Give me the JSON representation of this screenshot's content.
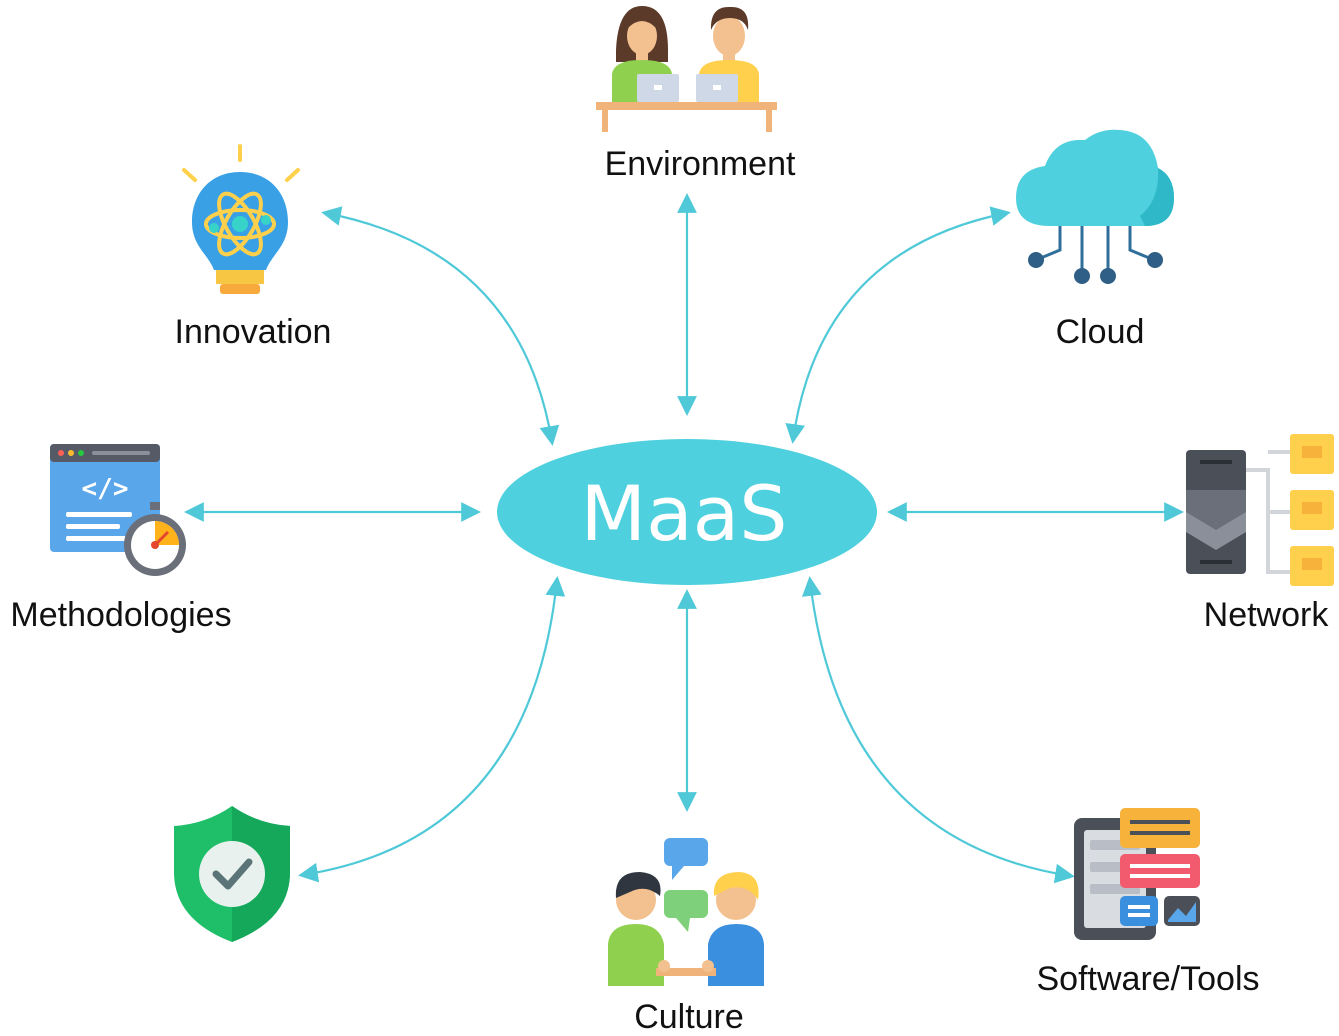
{
  "hub": {
    "label": "MaaS"
  },
  "nodes": {
    "environment": {
      "label": "Environment",
      "icon": "people-at-desk-icon"
    },
    "innovation": {
      "label": "Innovation",
      "icon": "lightbulb-atom-icon"
    },
    "cloud": {
      "label": "Cloud",
      "icon": "cloud-network-icon"
    },
    "methodologies": {
      "label": "Methodologies",
      "icon": "code-window-stopwatch-icon"
    },
    "network": {
      "label": "Network",
      "icon": "server-folders-icon"
    },
    "security": {
      "label": "",
      "icon": "shield-check-icon"
    },
    "culture": {
      "label": "Culture",
      "icon": "people-chatting-icon"
    },
    "software": {
      "label": "Software/Tools",
      "icon": "app-window-widgets-icon"
    }
  },
  "colors": {
    "accent": "#4fd0de",
    "connector": "#4fc9d8",
    "text": "#111111"
  }
}
